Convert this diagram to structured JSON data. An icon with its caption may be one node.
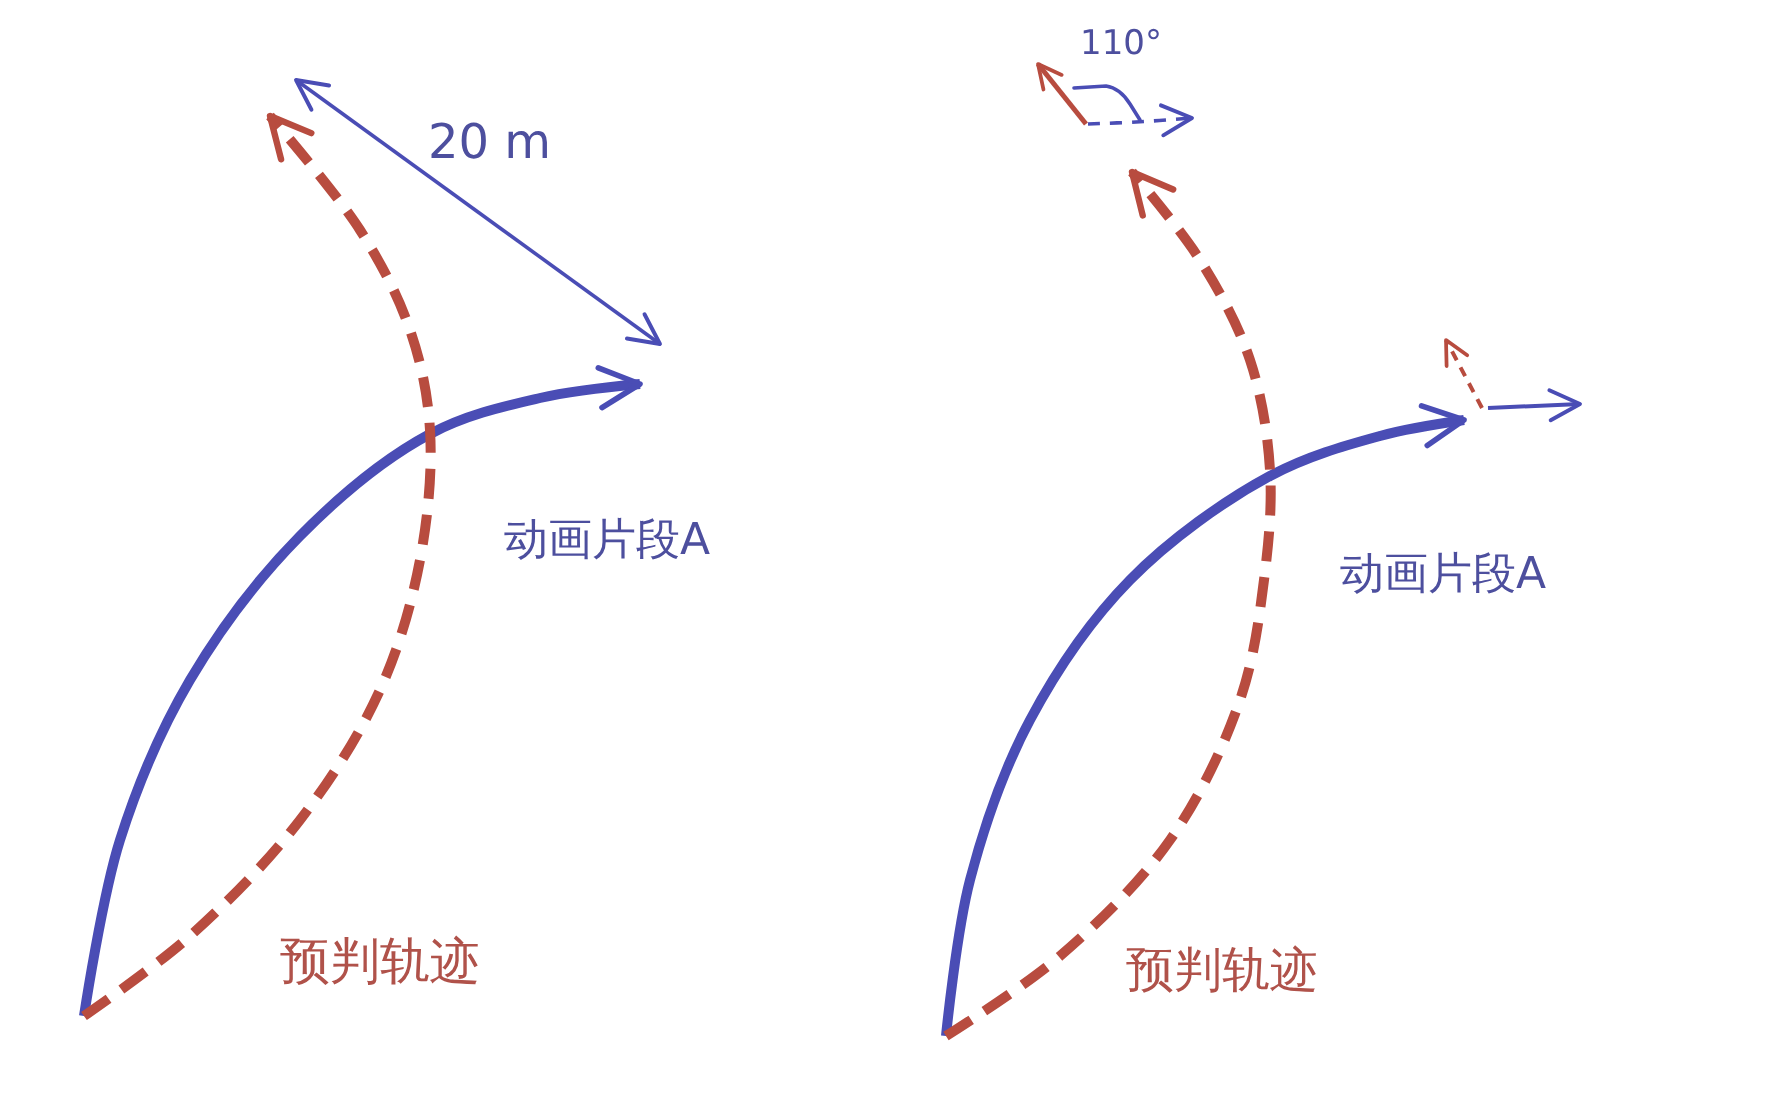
{
  "diagram": {
    "labels": [
      "20 m",
      "动画片段A",
      "预判轨迹",
      "110°",
      "动画片段A",
      "预判轨迹"
    ]
  }
}
